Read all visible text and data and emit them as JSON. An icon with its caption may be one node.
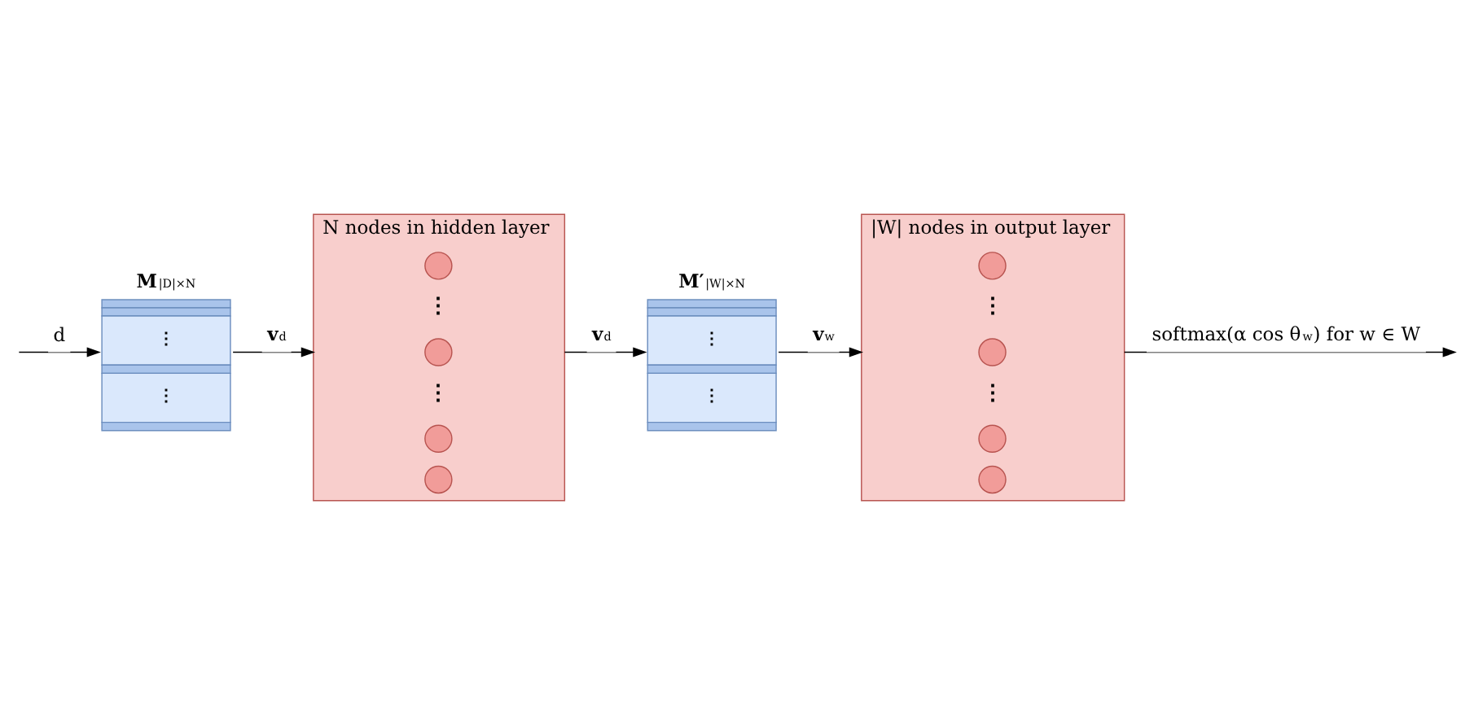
{
  "diagram": {
    "nodes": [
      {
        "text": [
          "**M**$_{|D|×N}$"
        ]
      },
      {
        "text": [
          "N nodes in hidden layer"
        ]
      },
      {
        "text": [],
        "shape": "circle",
        "in": 1
      },
      {
        "text": [],
        "shape": "circle",
        "in": 1
      },
      {
        "text": [],
        "shape": "circle",
        "in": 1
      },
      {
        "text": [],
        "shape": "circle",
        "in": 1
      },
      {
        "text": [
          "**M′**$_{|W|×N}$"
        ]
      },
      {
        "text": [
          "|W| nodes in output layer"
        ]
      },
      {
        "text": [],
        "shape": "circle",
        "in": 7
      },
      {
        "text": [],
        "shape": "circle",
        "in": 7
      },
      {
        "text": [],
        "shape": "circle",
        "in": 7
      },
      {
        "text": [],
        "shape": "circle",
        "in": 7
      }
    ],
    "edges": [
      {
        "from": null,
        "to": 0,
        "arrow": "to",
        "label": "d"
      },
      {
        "from": 0,
        "to": 1,
        "arrow": "to",
        "label": "**v**$_{d}$"
      },
      {
        "from": 1,
        "to": 6,
        "arrow": "to",
        "label": "**v**$_{d}$"
      },
      {
        "from": 6,
        "to": 7,
        "arrow": "to",
        "label": "**v**$_{w}$"
      },
      {
        "from": 7,
        "to": null,
        "arrow": "to",
        "label": "softmax(α cos θ$_{w}$) for w ∈ W"
      }
    ],
    "labels": [
      "⋮",
      "⋮",
      "⋮",
      "⋮",
      "⋮",
      "⋮",
      "⋮",
      "⋮"
    ]
  }
}
